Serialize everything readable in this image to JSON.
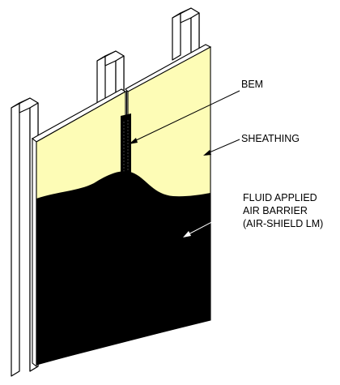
{
  "colors": {
    "sheathing": "#fdfcb6",
    "air_barrier": "#000000",
    "bem": "#000000",
    "stud": "#ffffff",
    "line": "#000000"
  },
  "labels": {
    "bem": "BEM",
    "sheathing": "SHEATHING",
    "barrier_line1": "FLUID APPLIED",
    "barrier_line2": "AIR BARRIER",
    "barrier_line3": "(AIR-SHIELD LM)"
  }
}
